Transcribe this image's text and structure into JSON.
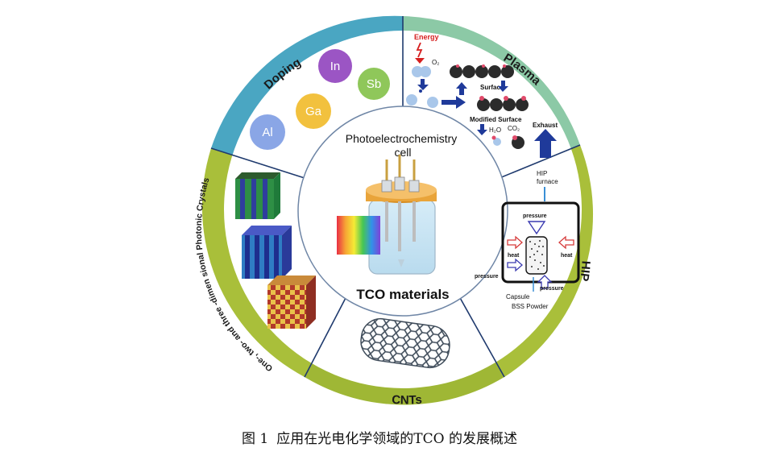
{
  "figure": {
    "sectors": {
      "doping": "Doping",
      "plasma": "Plasma",
      "hip": "HIP",
      "cnts": "CNTs",
      "photonic": "One-, two- and three -dimen sional Photonic Crystals"
    },
    "doping_elements": [
      "In",
      "Sb",
      "Ga",
      "Al"
    ],
    "center": {
      "title_line1": "Photoelectrochemistry",
      "title_line2": "cell",
      "main_label": "TCO materials"
    },
    "plasma_labels": {
      "energy": "Energy",
      "o2": "O₂",
      "surface": "Surface",
      "modified_surface": "Modified Surface",
      "h2o": "H₂O",
      "co2": "CO₂",
      "exhaust": "Exhaust"
    },
    "hip_labels": {
      "furnace_line1": "HIP",
      "furnace_line2": "furnace",
      "pressure": "pressure",
      "heat": "heat",
      "capsule": "Capsule",
      "powder": "BSS Powder"
    },
    "colors": {
      "doping": "#4aa6c2",
      "plasma": "#8cc9a6",
      "hip": "#a9bf3a",
      "cnts": "#9fb735",
      "photonic": "#a9bf3a",
      "inner_fill": "#ffffff",
      "divider": "#1f3a6e"
    }
  },
  "caption": {
    "number": "图 1",
    "text": "应用在光电化学领域的TCO 的发展概述"
  }
}
